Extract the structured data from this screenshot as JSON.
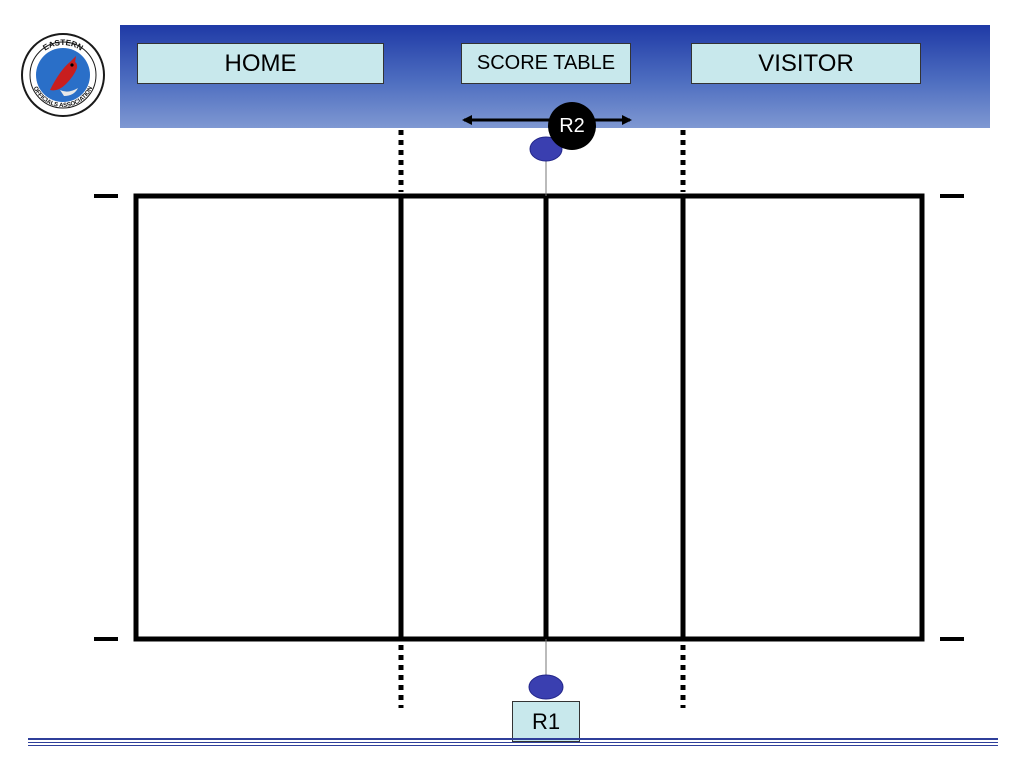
{
  "logo": {
    "top_text": "EASTERN",
    "bottom_text": "OFFICIALS ASSOCIATION"
  },
  "labels": {
    "home": "HOME",
    "score_table": "SCORE TABLE",
    "visitor": "VISITOR"
  },
  "referees": {
    "r2": "R2",
    "r1": "R1"
  },
  "colors": {
    "header_top": "#1f3aa6",
    "header_bottom": "#7f98d2",
    "label_fill": "#c8e8ec",
    "player_marker": "#3a3fb0",
    "r2_disc": "#000000"
  }
}
